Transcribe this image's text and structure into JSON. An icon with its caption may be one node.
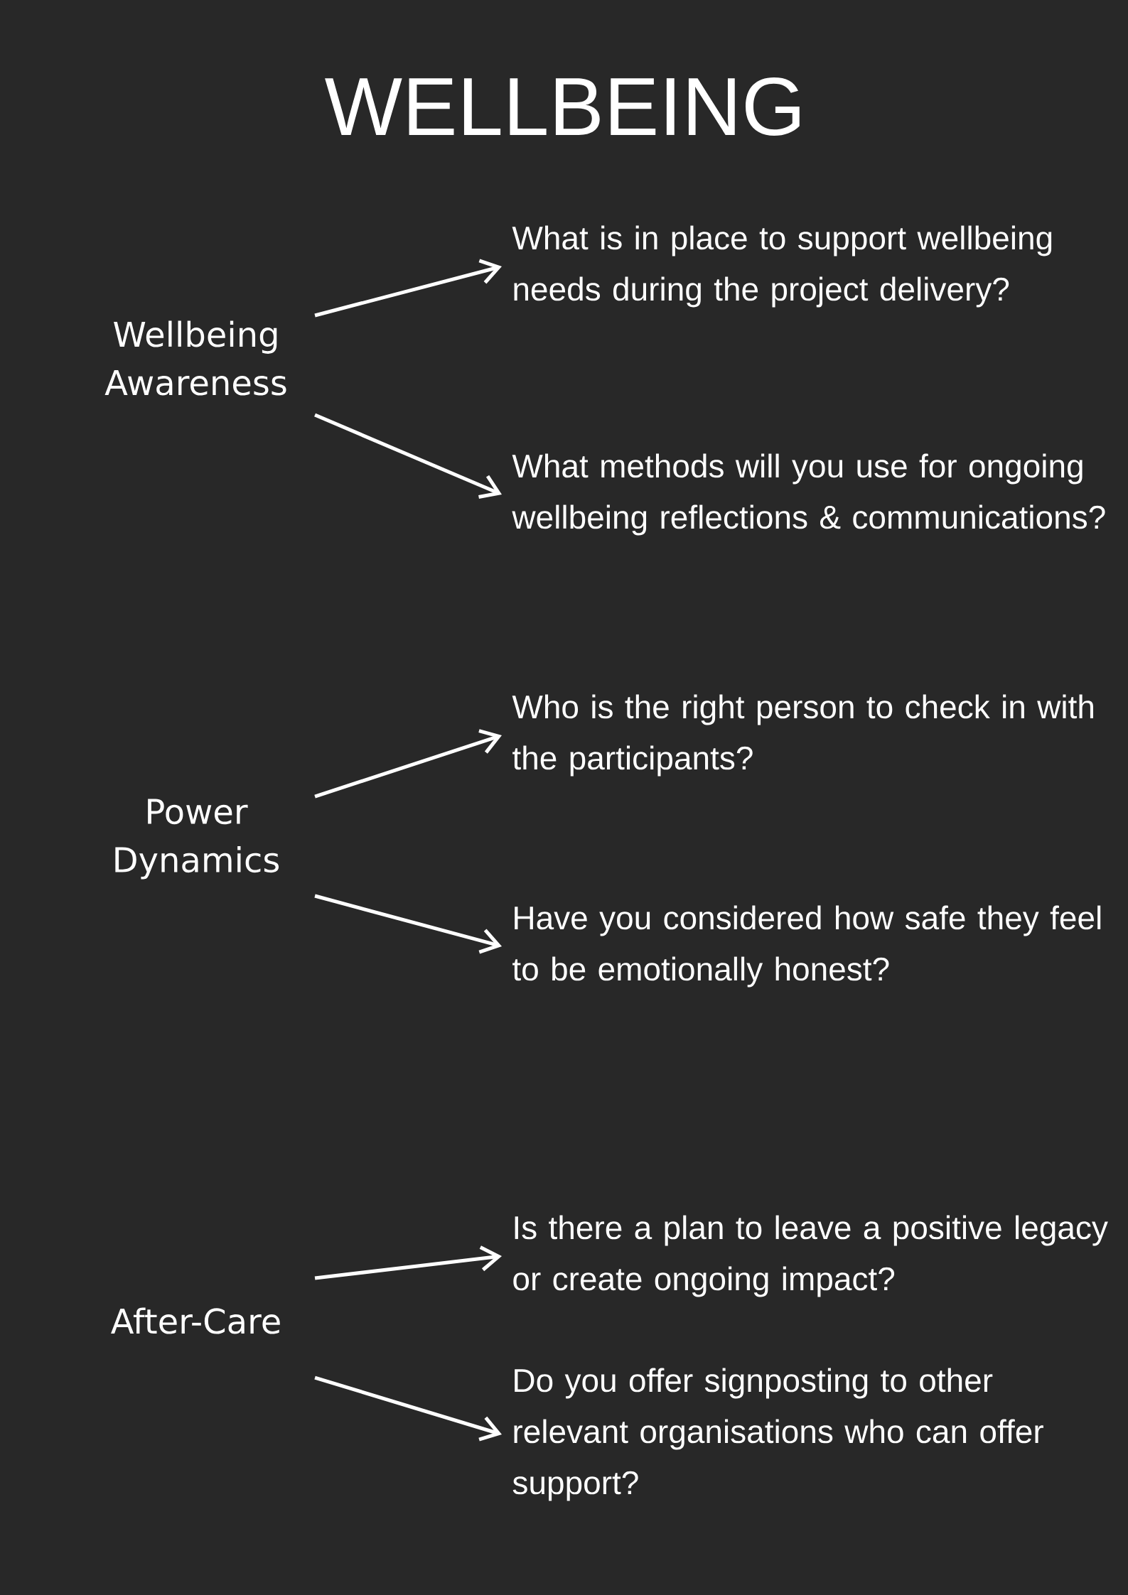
{
  "diagram": {
    "title": "WELLBEING",
    "nodes": [
      {
        "text": [
          "Wellbeing Awareness"
        ]
      },
      {
        "text": [
          "What is in place to support wellbeing needs during the project delivery?"
        ]
      },
      {
        "text": [
          "What methods will you use for ongoing wellbeing reflections & communications?"
        ]
      },
      {
        "text": [
          "Power Dynamics"
        ]
      },
      {
        "text": [
          "Who is the right person to check in with the participants?"
        ]
      },
      {
        "text": [
          "Have you considered how safe they feel to be emotionally honest?"
        ]
      },
      {
        "text": [
          "After-Care"
        ]
      },
      {
        "text": [
          "Is there a plan to leave a positive legacy or create ongoing impact?"
        ]
      },
      {
        "text": [
          "Do you offer signposting to other relevant organisations who can offer support?"
        ]
      }
    ],
    "edges": [
      {
        "from": 0,
        "to": 1,
        "arrow": "to"
      },
      {
        "from": 0,
        "to": 2,
        "arrow": "to"
      },
      {
        "from": 3,
        "to": 4,
        "arrow": "to"
      },
      {
        "from": 3,
        "to": 5,
        "arrow": "to"
      },
      {
        "from": 6,
        "to": 7,
        "arrow": "to"
      },
      {
        "from": 6,
        "to": 8,
        "arrow": "to"
      }
    ]
  }
}
